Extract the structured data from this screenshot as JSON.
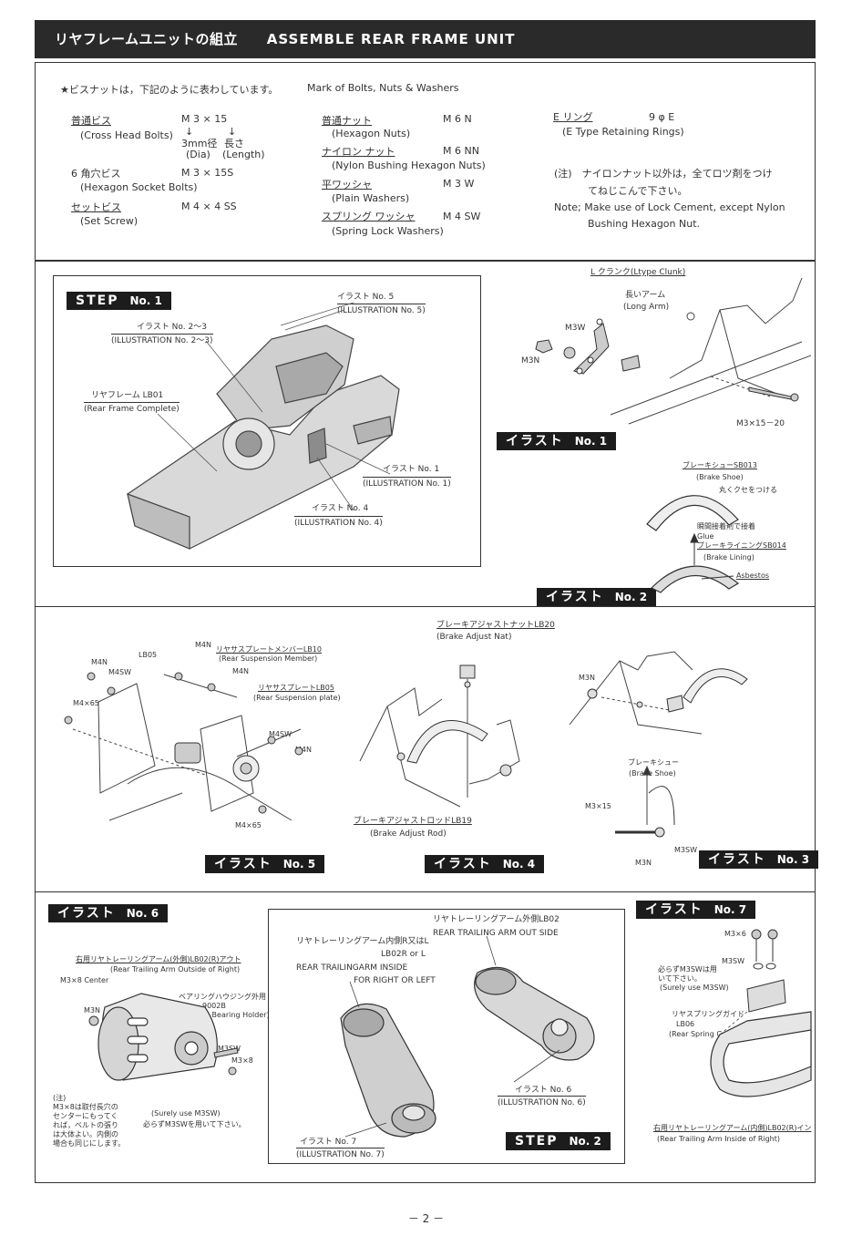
{
  "header": {
    "title_ja": "リヤフレームユニットの組立",
    "title_en": "ASSEMBLE REAR FRAME UNIT"
  },
  "legend": {
    "intro_ja": "★ビスナットは，下記のように表わしています。",
    "intro_en": "Mark of Bolts, Nuts & Washers",
    "col1": [
      {
        "ja": "普通ビス",
        "en": "(Cross Head Bolts)",
        "code": "M 3 × 15"
      },
      {
        "ja": "6 角穴ビス",
        "en": "(Hexagon Socket Bolts)",
        "code": "M 3 × 15S"
      },
      {
        "ja": "セットビス",
        "en": "(Set Screw)",
        "code": "M 4 × 4 SS"
      }
    ],
    "dia_ja": "3mm径",
    "dia_en": "(Dia)",
    "len_ja": "長さ",
    "len_en": "(Length)",
    "col2": [
      {
        "ja": "普通ナット",
        "en": "(Hexagon Nuts)",
        "code": "M 6 N"
      },
      {
        "ja": "ナイロン ナット",
        "en": "(Nylon Bushing Hexagon Nuts)",
        "code": "M 6 NN"
      },
      {
        "ja": "平ワッシャ",
        "en": "(Plain Washers)",
        "code": "M 3 W"
      },
      {
        "ja": "スプリング ワッシャ",
        "en": "(Spring Lock Washers)",
        "code": "M 4 SW"
      }
    ],
    "col3": {
      "ja": "E リング",
      "en": "(E Type Retaining Rings)",
      "code": "9 φ E"
    },
    "note_ja_1": "(注)　ナイロンナット以外は，全てロツ剤をつけ",
    "note_ja_2": "てねじこんで下さい。",
    "note_en_1": "Note; Make use of Lock Cement, except Nylon",
    "note_en_2": "Bushing Hexagon Nut."
  },
  "step1": {
    "label": "STEP",
    "num": "No. 1",
    "ill5_ja": "イラスト No. 5",
    "ill5_en": "(ILLUSTRATION No. 5)",
    "ill23_ja": "イラスト No. 2～3",
    "ill23_en": "(ILLUSTRATION No. 2～3)",
    "frame_ja": "リヤフレーム LB01",
    "frame_en": "(Rear Frame Complete)",
    "ill1_ja": "イラスト No. 1",
    "ill1_en": "(ILLUSTRATION No. 1)",
    "ill4_ja": "イラスト No. 4",
    "ill4_en": "(ILLUSTRATION No. 4)"
  },
  "ill1": {
    "label": "イラスト",
    "num": "No. 1",
    "crank_ja": "L クランク(Ltype Clunk)",
    "arm_ja": "長いアーム",
    "arm_en": "(Long Arm)",
    "m3w": "M3W",
    "m3n": "M3N",
    "bolt": "M3×15－20"
  },
  "ill2": {
    "label": "イラスト",
    "num": "No. 2",
    "shoe_ja": "ブレーキシューSB013",
    "shoe_en": "(Brake Shoe)",
    "bend_ja": "丸くクセをつける",
    "glue_ja": "瞬間接着剤で接着",
    "glue_en": "Glue",
    "lining_ja": "ブレーキライニングSB014",
    "lining_en": "(Brake Lining)",
    "asbestos": "Asbestos"
  },
  "ill5": {
    "label": "イラスト",
    "num": "No. 5",
    "m4n_a": "M4N",
    "m4sw_a": "M4SW",
    "lb05": "LB05",
    "m4n_b": "M4N",
    "member_ja": "リヤサスプレートメンバーLB10",
    "member_en": "(Rear Suspension Member)",
    "m4n_c": "M4N",
    "plate_ja": "リヤサスプレートLB05",
    "plate_en": "(Rear Suspension plate)",
    "m4x65_a": "M4×65",
    "m4sw_b": "M4SW",
    "m4n_d": "M4N",
    "m4x65_b": "M4×65"
  },
  "ill4": {
    "label": "イラスト",
    "num": "No. 4",
    "nut_ja": "ブレーキアジャストナットLB20",
    "nut_en": "(Brake Adjust Nat)",
    "rod_ja": "ブレーキアジャストロッドLB19",
    "rod_en": "(Brake Adjust Rod)"
  },
  "ill3": {
    "label": "イラスト",
    "num": "No. 3",
    "m3n_a": "M3N",
    "shoe_ja": "ブレーキシュー",
    "shoe_en": "(Brake Shoe)",
    "m3x15": "M3×15",
    "m3sw": "M3SW",
    "m3n_b": "M3N"
  },
  "ill6": {
    "label": "イラスト",
    "num": "No. 6",
    "arm_ja": "右用リヤトレーリングアーム(外側)LB02(R)アウト",
    "arm_en": "(Rear Trailing Arm Outside of Right)",
    "m3x8c": "M3×8 Center",
    "bearing_ja": "ベアリングハウジング外用",
    "bearing_code": "9002B",
    "bearing_en": "(Outside Bearing Holder)",
    "m3n": "M3N",
    "m3sw": "M3SW",
    "m3x8": "M3×8",
    "note_1": "(注)",
    "note_2": "M3×8は取付長穴の",
    "note_3": "センターにもってく",
    "note_4": "れば，ベルトの張り",
    "note_5": "は大体よい。内側の",
    "note_6": "場合も同じにします。",
    "surely_en": "(Surely use M3SW)",
    "surely_ja": "必らずM3SWを用いて下さい。"
  },
  "step2": {
    "label": "STEP",
    "num": "No. 2",
    "out_ja": "リヤトレーリングアーム外側LB02",
    "out_en": "REAR TRAILING ARM OUT SIDE",
    "in_ja": "リヤトレーリングアーム内側R又はL",
    "in_code": "LB02R or L",
    "in_en_1": "REAR TRAILINGARM INSIDE",
    "in_en_2": "FOR RIGHT OR LEFT",
    "ill6_ja": "イラスト No. 6",
    "ill6_en": "(ILLUSTRATION No. 6)",
    "ill7_ja": "イラスト No. 7",
    "ill7_en": "(ILLUSTRATION No. 7)"
  },
  "ill7": {
    "label": "イラスト",
    "num": "No. 7",
    "m3x6": "M3×6",
    "m3sw": "M3SW",
    "surely_ja_1": "必らずM3SWは用",
    "surely_ja_2": "いて下さい。",
    "surely_en": "(Surely use M3SW)",
    "guide_ja": "リヤスプリングガイド",
    "guide_code": "LB06",
    "guide_en": "(Rear Spring Guide)",
    "arm_ja": "右用リヤトレーリングアーム(内側)LB02(R)イン",
    "arm_en": "(Rear Trailing Arm Inside of Right)"
  },
  "page": {
    "number": "－ 2 －"
  }
}
